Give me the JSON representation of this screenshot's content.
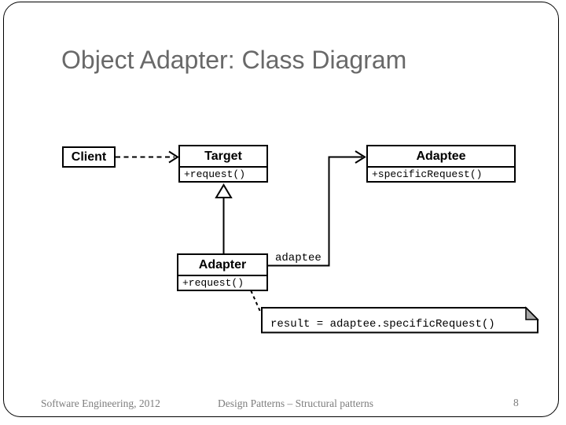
{
  "title": "Object Adapter: Class Diagram",
  "diagram": {
    "client": {
      "name": "Client"
    },
    "target": {
      "name": "Target",
      "method": "+request()"
    },
    "adaptee": {
      "name": "Adaptee",
      "method": "+specificRequest()"
    },
    "adapter": {
      "name": "Adapter",
      "method": "+request()"
    },
    "association_label": "adaptee",
    "note": "result = adaptee.specificRequest()",
    "relationships": [
      {
        "from": "Client",
        "to": "Target",
        "type": "dependency (dashed, open arrow)"
      },
      {
        "from": "Adapter",
        "to": "Target",
        "type": "generalization (hollow triangle)"
      },
      {
        "from": "Adapter",
        "to": "Adaptee",
        "type": "association (open arrow)",
        "label": "adaptee"
      },
      {
        "from": "Adapter.+request()",
        "to": "note",
        "type": "note anchor (dashed)"
      }
    ]
  },
  "footer": {
    "left": "Software Engineering, 2012",
    "center": "Design Patterns – Structural patterns",
    "page": "8"
  },
  "colors": {
    "title": "#696969",
    "footer": "#7d7d7d",
    "line": "#000000",
    "note_fold": "#a6a6a6",
    "box_background": "#ffffff"
  }
}
